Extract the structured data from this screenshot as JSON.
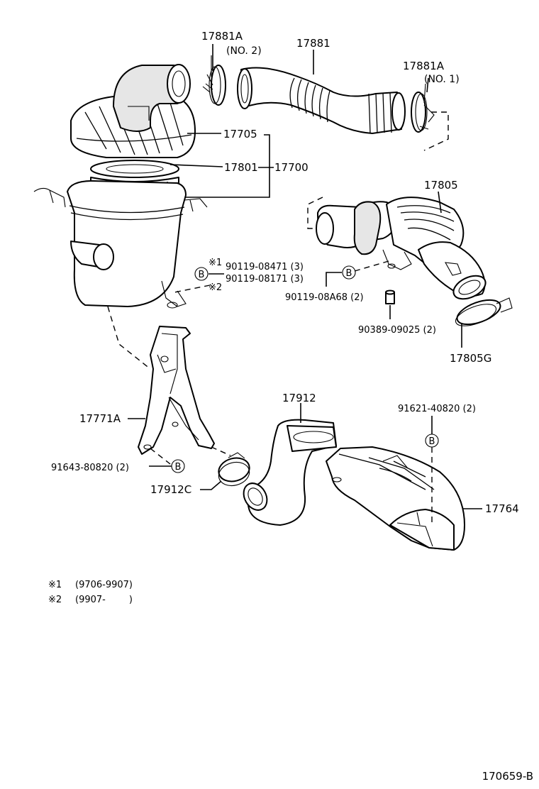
{
  "labels": {
    "p17881a_top": "17881A",
    "p17881a_top_note": "(NO. 2)",
    "p17881": "17881",
    "p17881a_right": "17881A",
    "p17881a_right_note": "(NO. 1)",
    "p17705": "17705",
    "p17801": "17801",
    "p17700": "17700",
    "p17805": "17805",
    "mark1": "※1",
    "mark2": "※2",
    "bolt_a": "90119-08471 (3)",
    "bolt_b": "90119-08171 (3)",
    "bolt_c": "90119-08A68 (2)",
    "bolt_d": "90389-09025 (2)",
    "p17805g": "17805G",
    "p17912": "17912",
    "p91621": "91621-40820 (2)",
    "p17771a": "17771A",
    "p91643": "91643-80820 (2)",
    "p17912c": "17912C",
    "p17764": "17764",
    "b_symbol": "B"
  },
  "notes": [
    {
      "mark": "※1",
      "text": "(9706-9907)"
    },
    {
      "mark": "※2",
      "text": "(9907-        )"
    }
  ],
  "figure_id": "170659-B"
}
